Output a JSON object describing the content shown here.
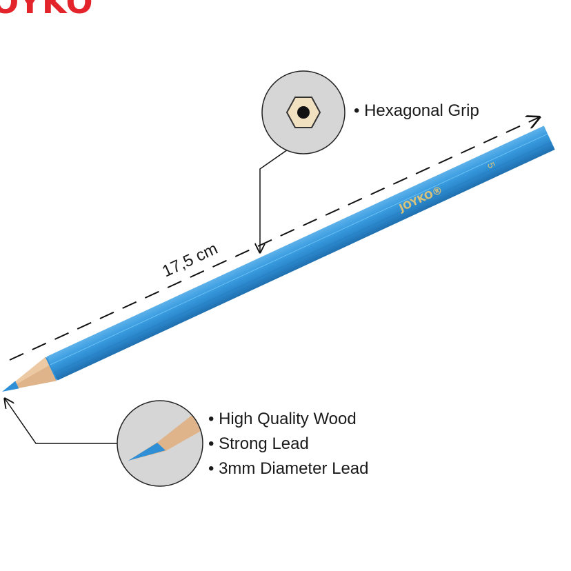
{
  "brand": {
    "logo_text": "JOYKO",
    "color": "#e3242b"
  },
  "pencil": {
    "brand_print": "JOYKO®",
    "number": "5",
    "body_color": "#2f8fd6"
  },
  "measurement": {
    "length_label": "17,5 cm"
  },
  "features_top": [
    "• Hexagonal Grip"
  ],
  "features_bottom": [
    "• High Quality Wood",
    "• Strong Lead",
    "• 3mm Diameter Lead"
  ]
}
